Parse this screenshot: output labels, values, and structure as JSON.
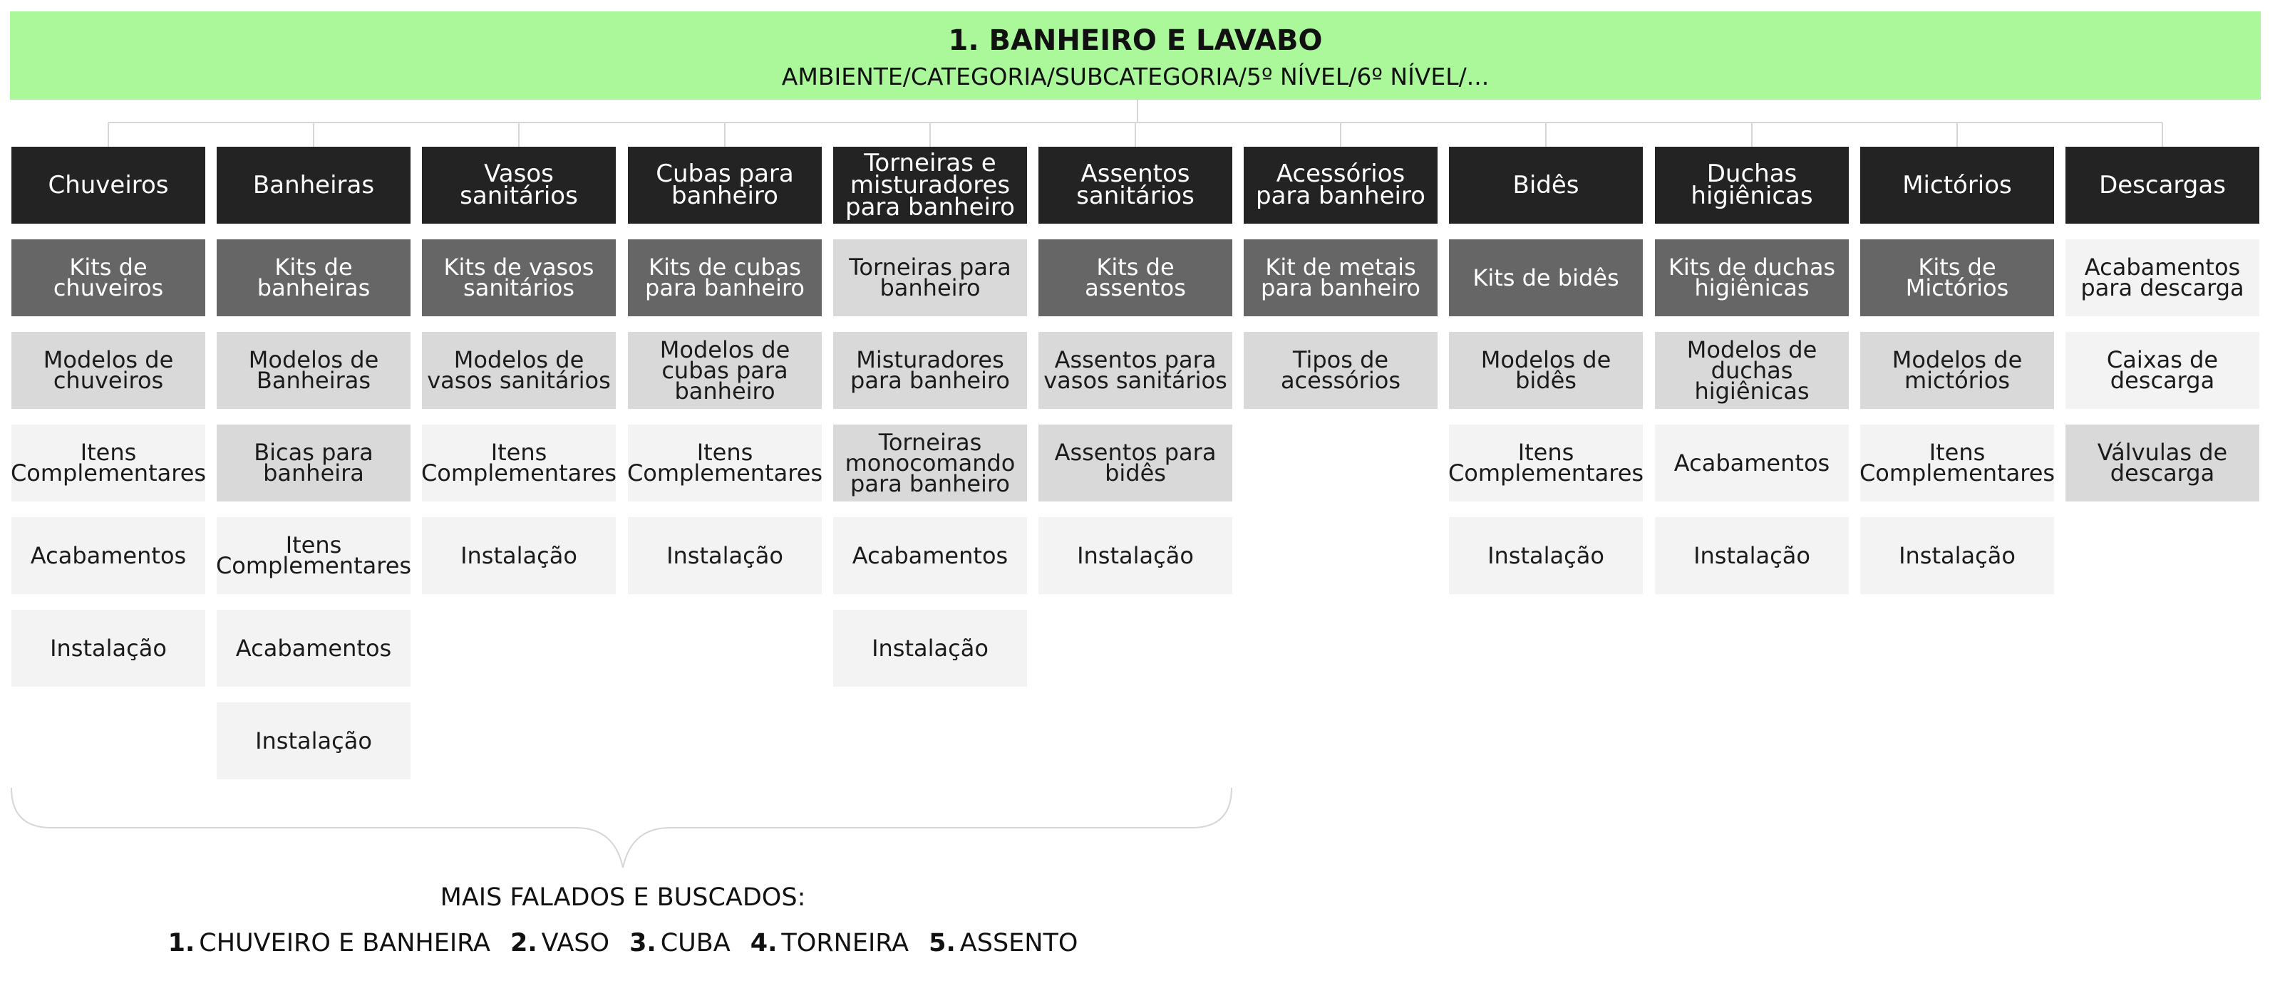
{
  "header": {
    "title": "1. BANHEIRO E LAVABO",
    "subtitle": "AMBIENTE/CATEGORIA/SUBCATEGORIA/5º NÍVEL/6º NÍVEL/..."
  },
  "categories": [
    {
      "label": "Chuveiros",
      "items": [
        {
          "text": "Kits de chuveiros",
          "shade": "l1"
        },
        {
          "text": "Modelos de chuveiros",
          "shade": "l2"
        },
        {
          "text": "Itens Complementares",
          "shade": "l3"
        },
        {
          "text": "Acabamentos",
          "shade": "l3"
        },
        {
          "text": "Instalação",
          "shade": "l3"
        }
      ]
    },
    {
      "label": "Banheiras",
      "items": [
        {
          "text": "Kits de banheiras",
          "shade": "l1"
        },
        {
          "text": "Modelos de Banheiras",
          "shade": "l2"
        },
        {
          "text": "Bicas para banheira",
          "shade": "l2"
        },
        {
          "text": "Itens Complementares",
          "shade": "l3"
        },
        {
          "text": "Acabamentos",
          "shade": "l3"
        },
        {
          "text": "Instalação",
          "shade": "l3"
        }
      ]
    },
    {
      "label": "Vasos sanitários",
      "items": [
        {
          "text": "Kits de vasos sanitários",
          "shade": "l1"
        },
        {
          "text": "Modelos de vasos sanitários",
          "shade": "l2"
        },
        {
          "text": "Itens Complementares",
          "shade": "l3"
        },
        {
          "text": "Instalação",
          "shade": "l3"
        }
      ]
    },
    {
      "label": "Cubas para banheiro",
      "items": [
        {
          "text": "Kits de cubas para banheiro",
          "shade": "l1"
        },
        {
          "text": "Modelos de cubas para banheiro",
          "shade": "l2"
        },
        {
          "text": "Itens Complementares",
          "shade": "l3"
        },
        {
          "text": "Instalação",
          "shade": "l3"
        }
      ]
    },
    {
      "label": "Torneiras e misturadores para banheiro",
      "items": [
        {
          "text": "Torneiras para banheiro",
          "shade": "l2"
        },
        {
          "text": "Misturadores para banheiro",
          "shade": "l2"
        },
        {
          "text": "Torneiras monocomando para banheiro",
          "shade": "l2"
        },
        {
          "text": "Acabamentos",
          "shade": "l3"
        },
        {
          "text": "Instalação",
          "shade": "l3"
        }
      ]
    },
    {
      "label": "Assentos sanitários",
      "items": [
        {
          "text": "Kits de assentos",
          "shade": "l1"
        },
        {
          "text": "Assentos para vasos sanitários",
          "shade": "l2"
        },
        {
          "text": "Assentos para bidês",
          "shade": "l2"
        },
        {
          "text": "Instalação",
          "shade": "l3"
        }
      ]
    },
    {
      "label": "Acessórios para banheiro",
      "items": [
        {
          "text": "Kit de metais para banheiro",
          "shade": "l1"
        },
        {
          "text": "Tipos de acessórios",
          "shade": "l2"
        }
      ]
    },
    {
      "label": "Bidês",
      "items": [
        {
          "text": "Kits de bidês",
          "shade": "l1"
        },
        {
          "text": "Modelos de bidês",
          "shade": "l2"
        },
        {
          "text": "Itens Complementares",
          "shade": "l3"
        },
        {
          "text": "Instalação",
          "shade": "l3"
        }
      ]
    },
    {
      "label": "Duchas higiênicas",
      "items": [
        {
          "text": "Kits de duchas higiênicas",
          "shade": "l1"
        },
        {
          "text": "Modelos de duchas higiênicas",
          "shade": "l2"
        },
        {
          "text": "Acabamentos",
          "shade": "l3"
        },
        {
          "text": "Instalação",
          "shade": "l3"
        }
      ]
    },
    {
      "label": "Mictórios",
      "items": [
        {
          "text": "Kits de Mictórios",
          "shade": "l1"
        },
        {
          "text": "Modelos de mictórios",
          "shade": "l2"
        },
        {
          "text": "Itens Complementares",
          "shade": "l3"
        },
        {
          "text": "Instalação",
          "shade": "l3"
        }
      ]
    },
    {
      "label": "Descargas",
      "items": [
        {
          "text": "Acabamentos para descarga",
          "shade": "l3"
        },
        {
          "text": "Caixas de descarga",
          "shade": "l3"
        },
        {
          "text": "Válvulas de descarga",
          "shade": "l2"
        }
      ]
    }
  ],
  "most_searched": {
    "title": "MAIS FALADOS E BUSCADOS:",
    "items": [
      {
        "num": "1.",
        "label": "CHUVEIRO E BANHEIRA"
      },
      {
        "num": "2.",
        "label": "VASO"
      },
      {
        "num": "3.",
        "label": "CUBA"
      },
      {
        "num": "4.",
        "label": "TORNEIRA"
      },
      {
        "num": "5.",
        "label": "ASSENTO"
      }
    ]
  },
  "colors": {
    "header_bg": "#abf89a",
    "category_bg": "#232323",
    "level1_bg": "#666666",
    "level2_bg": "#d9d9d9",
    "level3_bg": "#f3f3f3",
    "connector": "#d6d6d6"
  }
}
